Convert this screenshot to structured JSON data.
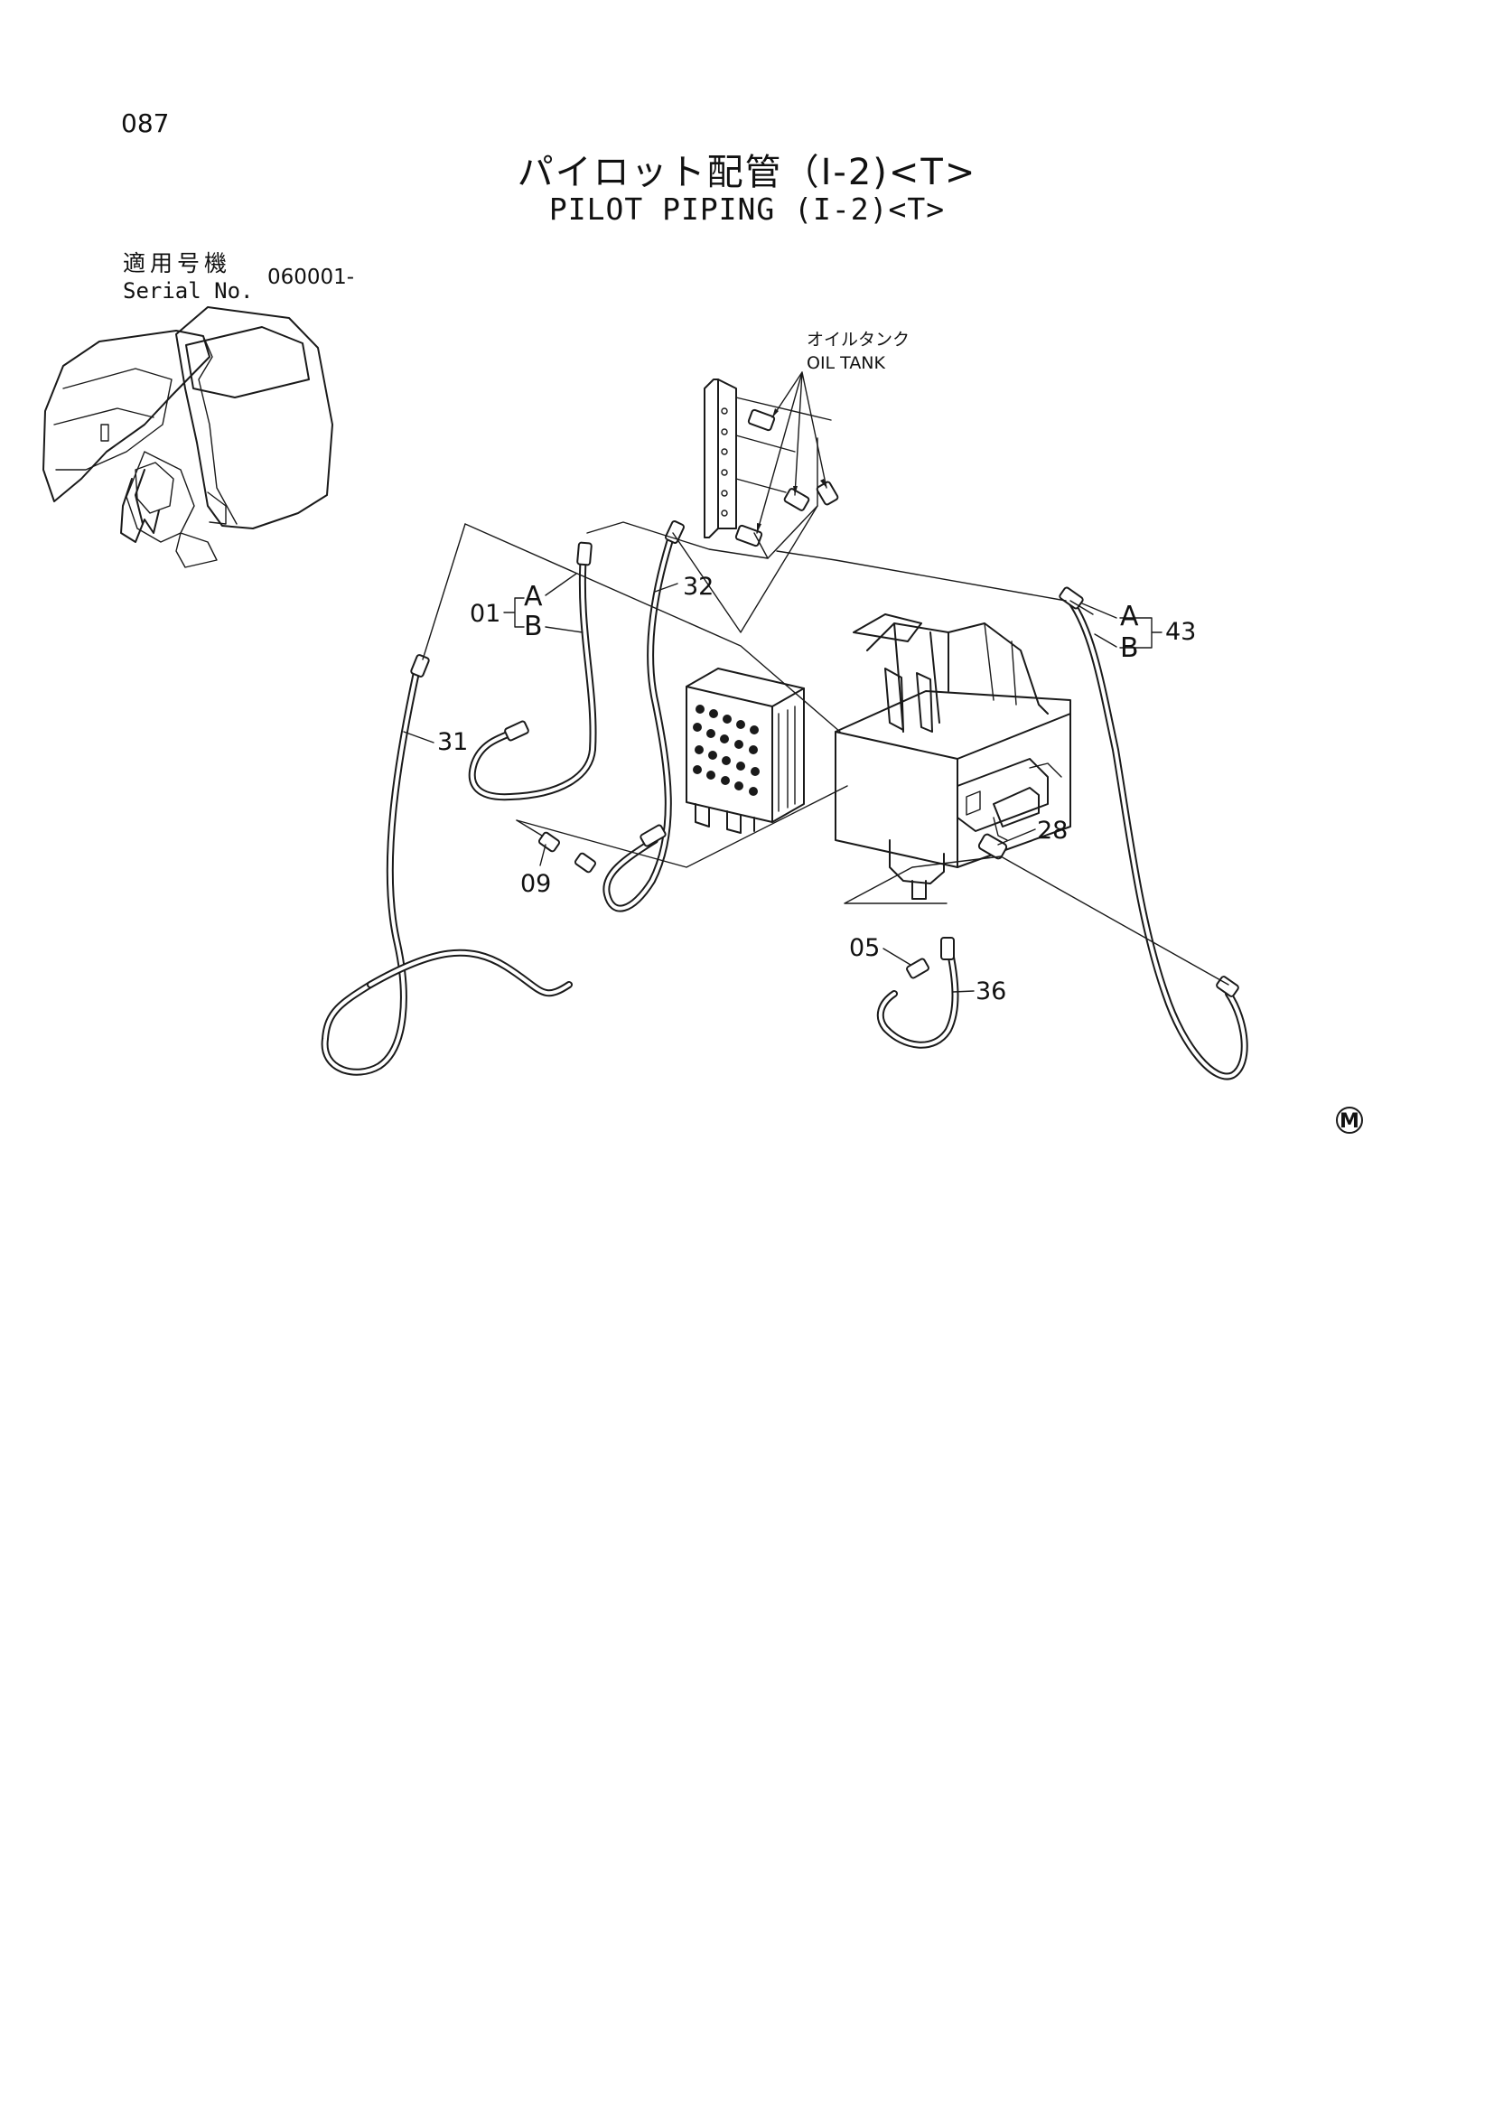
{
  "page": {
    "number": "087",
    "title_jp": "パイロット配管（I-2)<T>",
    "title_en": "PILOT PIPING (I-2)<T>",
    "serial_label_jp": "適用号機",
    "serial_label_en": "Serial No.",
    "serial_value": "060001-",
    "maker_mark": "M"
  },
  "diagram": {
    "oil_tank_label_jp": "オイルタンク",
    "oil_tank_label_en": "OIL TANK",
    "callouts": {
      "p01": "01",
      "p01_a": "A",
      "p01_b": "B",
      "p32": "32",
      "p31": "31",
      "p09": "09",
      "p43": "43",
      "p43_a": "A",
      "p43_b": "B",
      "p28": "28",
      "p05": "05",
      "p36": "36"
    }
  }
}
